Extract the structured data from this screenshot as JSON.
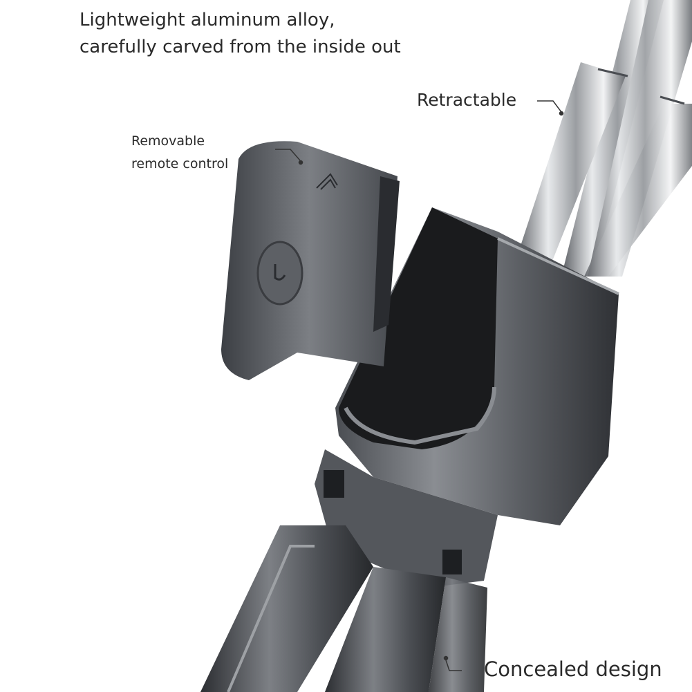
{
  "headline": {
    "line1": "Lightweight aluminum alloy,",
    "line2": "carefully carved from the inside out"
  },
  "callouts": {
    "retractable": "Retractable",
    "remote_line1": "Removable",
    "remote_line2": "remote control",
    "concealed": "Concealed design"
  },
  "colors": {
    "background": "#ffffff",
    "text": "#2a2a2a",
    "metal_dark": "#2b2d30",
    "metal_mid": "#6b6e73",
    "chrome_light": "#e4e6e8"
  },
  "icons": {
    "remote_signal": "wifi-signal-icon",
    "remote_button": "power-button-icon"
  }
}
